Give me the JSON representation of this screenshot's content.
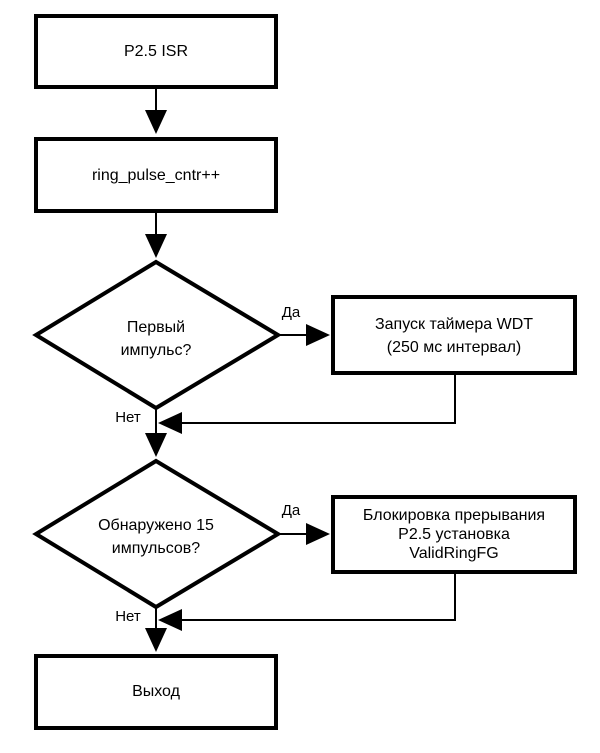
{
  "nodes": {
    "isr": {
      "text": "P2.5 ISR"
    },
    "increment": {
      "text": "ring_pulse_cntr++"
    },
    "first_pulse": {
      "line1": "Первый",
      "line2": "импульс?"
    },
    "start_wdt": {
      "line1": "Запуск таймера WDT",
      "line2": "(250 мс интервал)"
    },
    "detected_15": {
      "line1": "Обнаружено 15",
      "line2": "импульсов?"
    },
    "block_interrupt": {
      "line1": "Блокировка прерывания",
      "line2": "P2.5 установка",
      "line3": "ValidRingFG"
    },
    "exit": {
      "text": "Выход"
    }
  },
  "labels": {
    "yes1": "Да",
    "no1": "Нет",
    "yes2": "Да",
    "no2": "Нет"
  },
  "colors": {
    "stroke": "#000000",
    "fill": "#ffffff"
  }
}
